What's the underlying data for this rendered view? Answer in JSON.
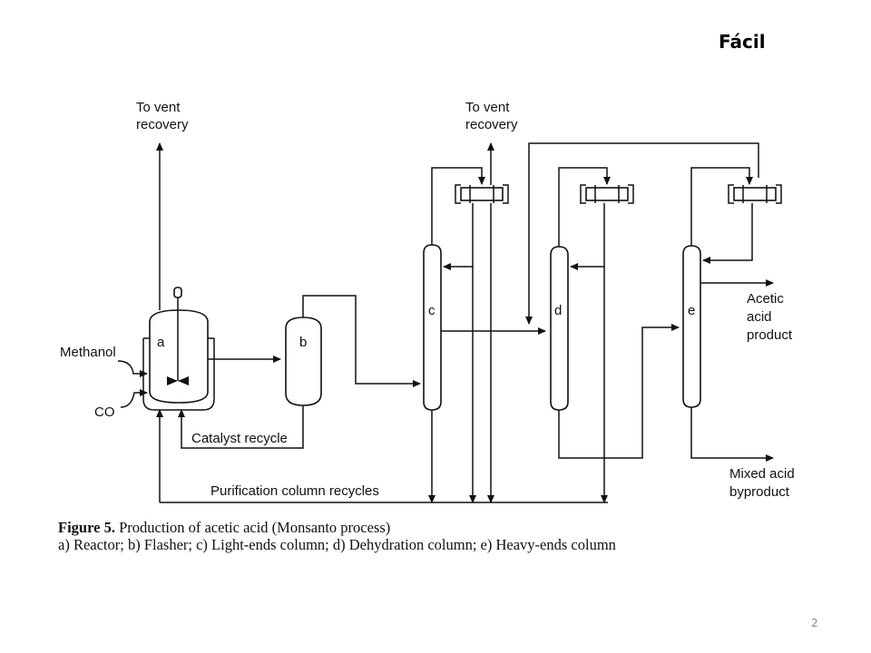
{
  "slide": {
    "title": "Fácil",
    "page_number": "2"
  },
  "diagram": {
    "labels": {
      "vent_left_1": "To vent",
      "vent_left_2": "recovery",
      "vent_mid_1": "To vent",
      "vent_mid_2": "recovery",
      "methanol": "Methanol",
      "co": "CO",
      "catalyst_recycle": "Catalyst recycle",
      "purification_recycles": "Purification column recycles",
      "acetic_1": "Acetic",
      "acetic_2": "acid",
      "acetic_3": "product",
      "mixed_1": "Mixed acid",
      "mixed_2": "byproduct"
    },
    "units": {
      "a": "a",
      "b": "b",
      "c": "c",
      "d": "d",
      "e": "e"
    }
  },
  "caption": {
    "figure_label": "Figure 5.",
    "figure_title": "Production of acetic acid (Monsanto process)",
    "legend": "a) Reactor; b) Flasher; c) Light-ends column; d) Dehydration column; e) Heavy-ends column"
  }
}
